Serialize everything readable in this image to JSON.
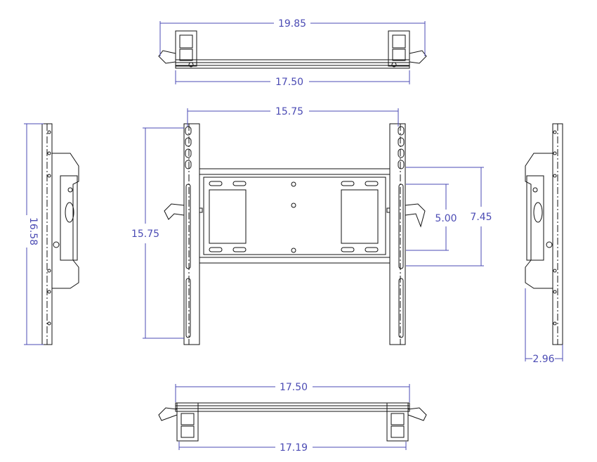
{
  "colors": {
    "line": "#111111",
    "dimension": "#4b4bb4",
    "background": "#ffffff"
  },
  "dimensions": {
    "top_width_outer": "19.85",
    "top_width_inner": "17.50",
    "front_rail_spacing": "15.75",
    "front_height": "15.75",
    "front_bracket_height": "7.45",
    "front_bracket_inner_height": "5.00",
    "side_height": "16.58",
    "side_depth": "2.96",
    "bottom_width_upper": "17.50",
    "bottom_width_lower": "17.19"
  }
}
